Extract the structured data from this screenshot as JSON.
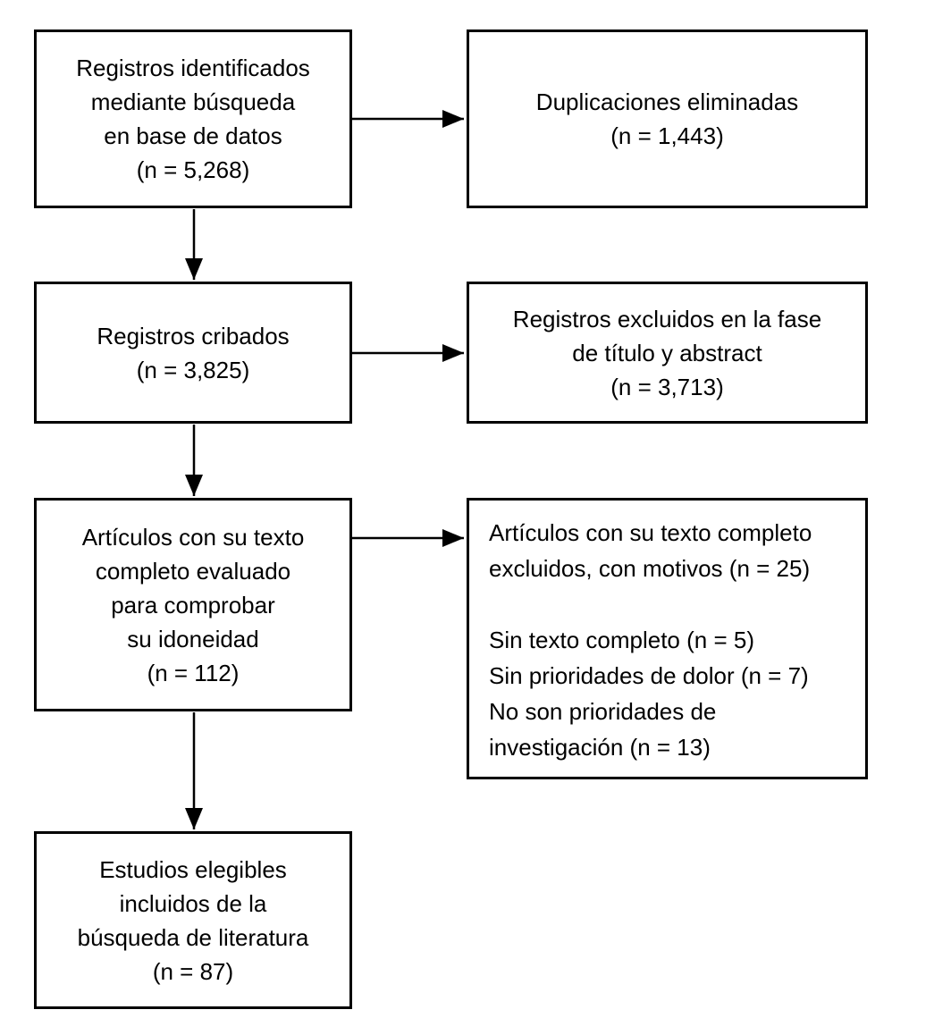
{
  "diagram": {
    "title": "PRISMA-style literature screening flow (Spanish)",
    "colors": {
      "background": "#ffffff",
      "border": "#000000",
      "text": "#000000",
      "arrow": "#000000"
    },
    "nodes": [
      {
        "id": "records-identified",
        "text": "Registros identificados\nmediante búsqueda\nen base de datos\n(n = 5,268)",
        "n": "5,268"
      },
      {
        "id": "duplicates-removed",
        "text": "Duplicaciones eliminadas\n(n = 1,443)",
        "n": "1,443"
      },
      {
        "id": "records-screened",
        "text": "Registros cribados\n(n = 3,825)",
        "n": "3,825"
      },
      {
        "id": "records-excluded-title-abstract",
        "text": "Registros excluidos en la fase\nde título y abstract\n(n = 3,713)",
        "n": "3,713"
      },
      {
        "id": "full-text-assessed",
        "text": "Artículos con su texto\ncompleto evaluado\npara comprobar\nsu idoneidad\n(n = 112)",
        "n": "112"
      },
      {
        "id": "full-text-excluded",
        "text": "Artículos con su texto completo\nexcluidos, con motivos (n = 25)\n\nSin texto completo (n = 5)\nSin prioridades de dolor (n = 7)\nNo son prioridades de\ninvestigación (n = 13)",
        "n": "25",
        "reasons": [
          {
            "label": "Sin texto completo",
            "n": "5"
          },
          {
            "label": "Sin prioridades de dolor",
            "n": "7"
          },
          {
            "label": "No son prioridades de investigación",
            "n": "13"
          }
        ]
      },
      {
        "id": "studies-included",
        "text": "Estudios elegibles\nincluidos de la\nbúsqueda de literatura\n(n = 87)",
        "n": "87"
      }
    ],
    "edges": [
      {
        "from": "records-identified",
        "to": "duplicates-removed",
        "direction": "right"
      },
      {
        "from": "records-identified",
        "to": "records-screened",
        "direction": "down"
      },
      {
        "from": "records-screened",
        "to": "records-excluded-title-abstract",
        "direction": "right"
      },
      {
        "from": "records-screened",
        "to": "full-text-assessed",
        "direction": "down"
      },
      {
        "from": "full-text-assessed",
        "to": "full-text-excluded",
        "direction": "right"
      },
      {
        "from": "full-text-assessed",
        "to": "studies-included",
        "direction": "down"
      }
    ]
  }
}
